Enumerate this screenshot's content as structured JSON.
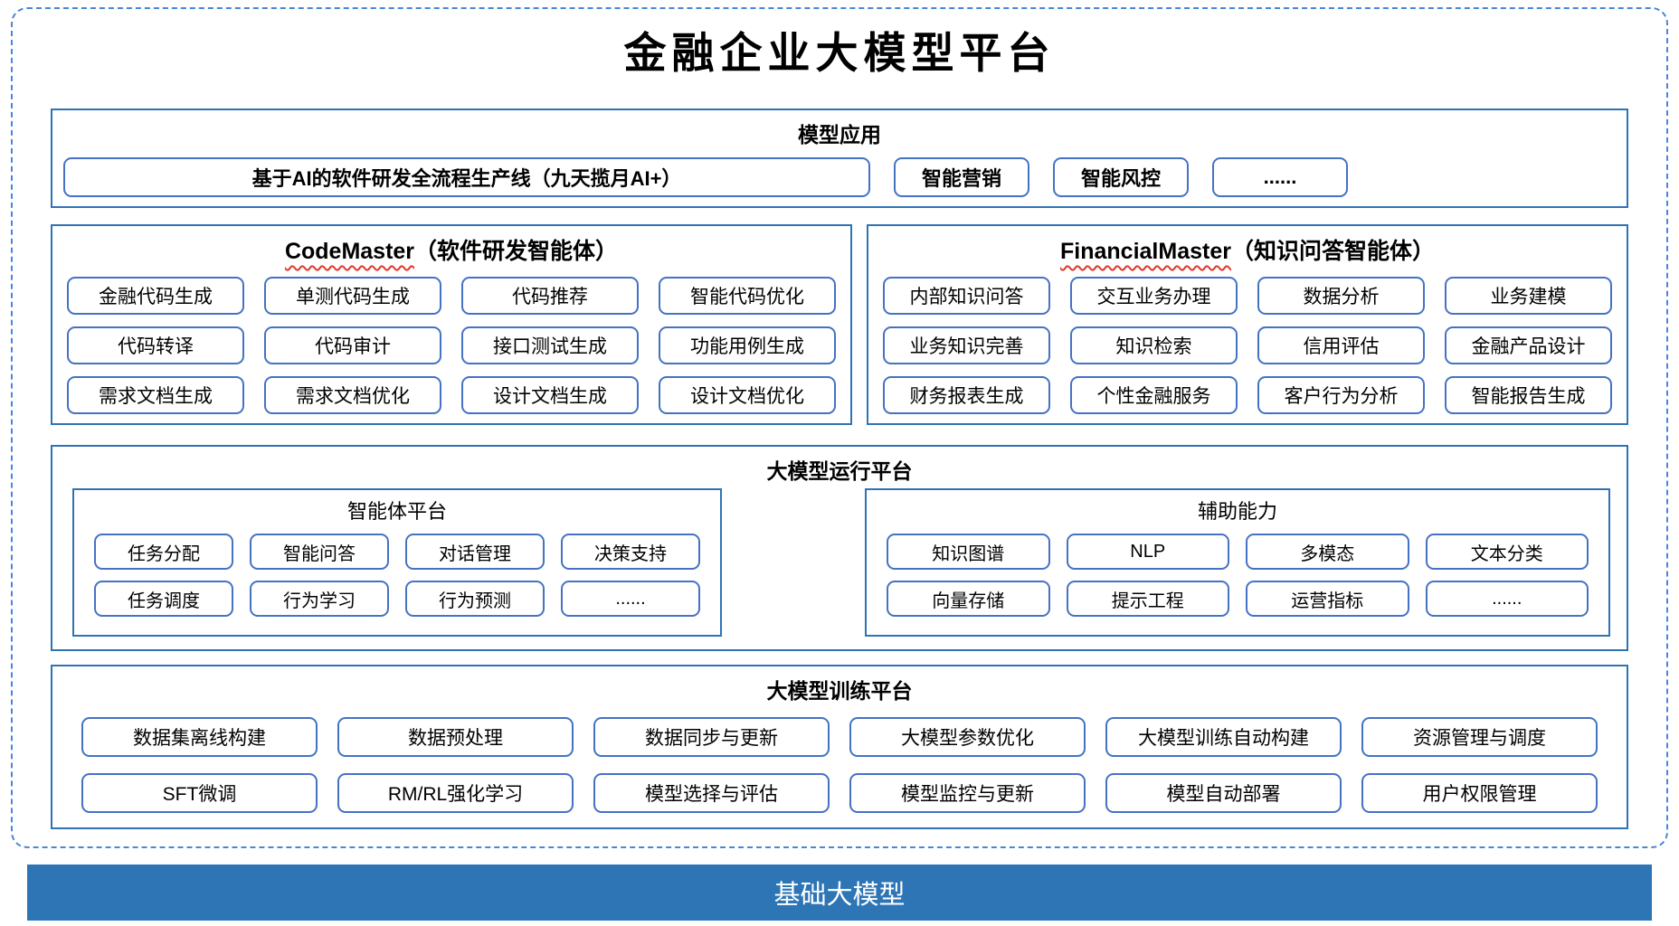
{
  "title": "金融企业大模型平台",
  "colors": {
    "frame_dashed_blue": "#4a86d8",
    "section_border_blue": "#2e74b5",
    "item_border_blue": "#4472c4",
    "wavy_underline_red": "#e0392b",
    "base_bar_blue": "#2e75b6"
  },
  "sections": {
    "model_app": {
      "header": "模型应用",
      "main_item": "基于AI的软件研发全流程生产线（九天揽月AI+）",
      "items": [
        "智能营销",
        "智能风控",
        "......"
      ]
    },
    "code_master": {
      "header_en": "CodeMaster",
      "header_zh": "（软件研发智能体）",
      "items": [
        "金融代码生成",
        "单测代码生成",
        "代码推荐",
        "智能代码优化",
        "代码转译",
        "代码审计",
        "接口测试生成",
        "功能用例生成",
        "需求文档生成",
        "需求文档优化",
        "设计文档生成",
        "设计文档优化"
      ]
    },
    "financial_master": {
      "header_en": "FinancialMaster",
      "header_zh": "（知识问答智能体）",
      "items": [
        "内部知识问答",
        "交互业务办理",
        "数据分析",
        "业务建模",
        "业务知识完善",
        "知识检索",
        "信用评估",
        "金融产品设计",
        "财务报表生成",
        "个性金融服务",
        "客户行为分析",
        "智能报告生成"
      ]
    },
    "runtime_platform": {
      "header": "大模型运行平台",
      "agent_platform": {
        "header": "智能体平台",
        "items": [
          "任务分配",
          "智能问答",
          "对话管理",
          "决策支持",
          "任务调度",
          "行为学习",
          "行为预测",
          "......"
        ]
      },
      "auxiliary": {
        "header": "辅助能力",
        "items": [
          "知识图谱",
          "NLP",
          "多模态",
          "文本分类",
          "向量存储",
          "提示工程",
          "运营指标",
          "......"
        ]
      }
    },
    "training_platform": {
      "header": "大模型训练平台",
      "items": [
        "数据集离线构建",
        "数据预处理",
        "数据同步与更新",
        "大模型参数优化",
        "大模型训练自动构建",
        "资源管理与调度",
        "SFT微调",
        "RM/RL强化学习",
        "模型选择与评估",
        "模型监控与更新",
        "模型自动部署",
        "用户权限管理"
      ]
    },
    "foundation": {
      "label": "基础大模型"
    }
  }
}
